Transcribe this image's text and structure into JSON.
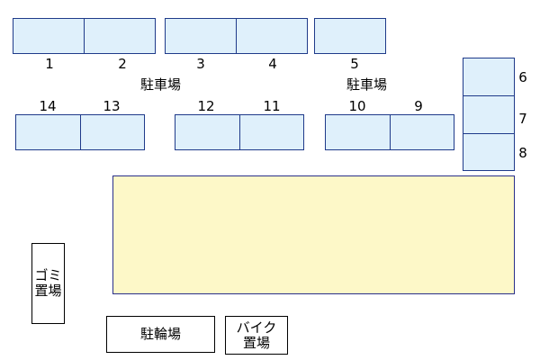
{
  "slots": [
    {
      "id": "1",
      "label": "1"
    },
    {
      "id": "2",
      "label": "2"
    },
    {
      "id": "3",
      "label": "3"
    },
    {
      "id": "4",
      "label": "4"
    },
    {
      "id": "5",
      "label": "5"
    },
    {
      "id": "6",
      "label": "6"
    },
    {
      "id": "7",
      "label": "7"
    },
    {
      "id": "8",
      "label": "8"
    },
    {
      "id": "9",
      "label": "9"
    },
    {
      "id": "10",
      "label": "10"
    },
    {
      "id": "11",
      "label": "11"
    },
    {
      "id": "12",
      "label": "12"
    },
    {
      "id": "13",
      "label": "13"
    },
    {
      "id": "14",
      "label": "14"
    }
  ],
  "labels": {
    "parking_left": "駐車場",
    "parking_right": "駐車場",
    "garbage_line1": "ゴミ",
    "garbage_line2": "置場",
    "bicycle": "駐輪場",
    "bike_line1": "バイク",
    "bike_line2": "置場"
  },
  "colors": {
    "slot_fill": "#dff0fb",
    "slot_border": "#1f3a8a",
    "building_fill": "#fdf8c8"
  }
}
